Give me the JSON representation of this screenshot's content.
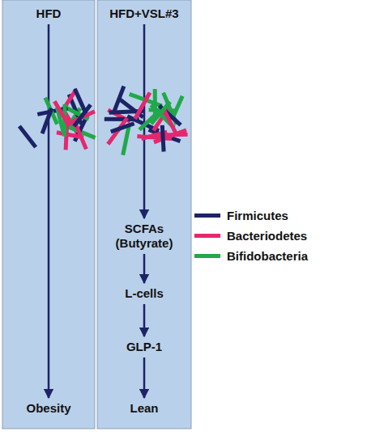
{
  "diagram": {
    "nodes": [
      {
        "text": [
          "HFD"
        ]
      },
      {
        "text": [
          "HFD+VSL#3"
        ]
      },
      {
        "text": [
          "SCFAs (Butyrate)"
        ]
      },
      {
        "text": [
          "L-cells"
        ]
      },
      {
        "text": [
          "GLP-1"
        ]
      },
      {
        "text": [
          "Obesity"
        ]
      },
      {
        "text": [
          "Lean"
        ]
      }
    ],
    "edges": [
      {
        "from": 0,
        "to": 5,
        "arrow": "to"
      },
      {
        "from": 1,
        "to": 2,
        "arrow": "to"
      },
      {
        "from": 2,
        "to": 3,
        "arrow": "to"
      },
      {
        "from": 3,
        "to": 4,
        "arrow": "to"
      },
      {
        "from": 4,
        "to": 6,
        "arrow": "to"
      }
    ],
    "legend": [
      {
        "text": "Firmicutes",
        "color": "#1c2366"
      },
      {
        "text": "Bacteriodetes",
        "color": "#e3286f"
      },
      {
        "text": "Bifidobacteria",
        "color": "#21a84a"
      }
    ]
  }
}
